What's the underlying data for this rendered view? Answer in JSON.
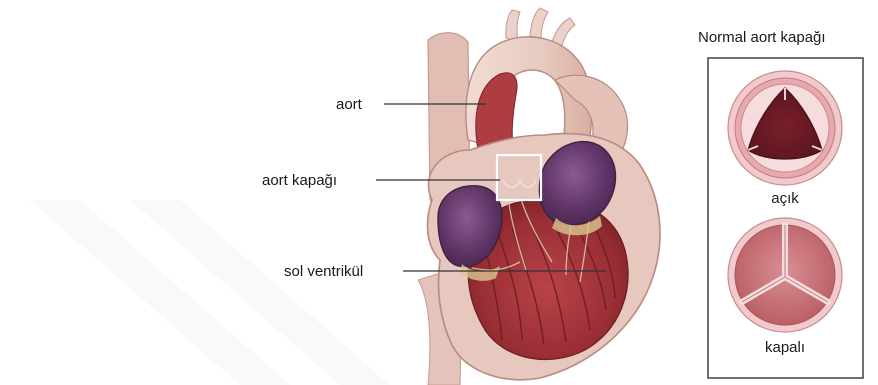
{
  "diagram": {
    "labels": {
      "aorta": "aort",
      "aortic_valve": "aort kapağı",
      "left_ventricle": "sol ventrikül"
    },
    "inset": {
      "title": "Normal aort kapağı",
      "open_label": "açık",
      "closed_label": "kapalı"
    }
  },
  "colors": {
    "muscle": "#a3343a",
    "muscle_dark": "#7d2228",
    "outer_tissue": "#e9cfc7",
    "pericardium": "#dcb6ac",
    "atrium_purple": "#6c3f72",
    "valve_ring": "#e7a9ad",
    "line": "#444444"
  }
}
